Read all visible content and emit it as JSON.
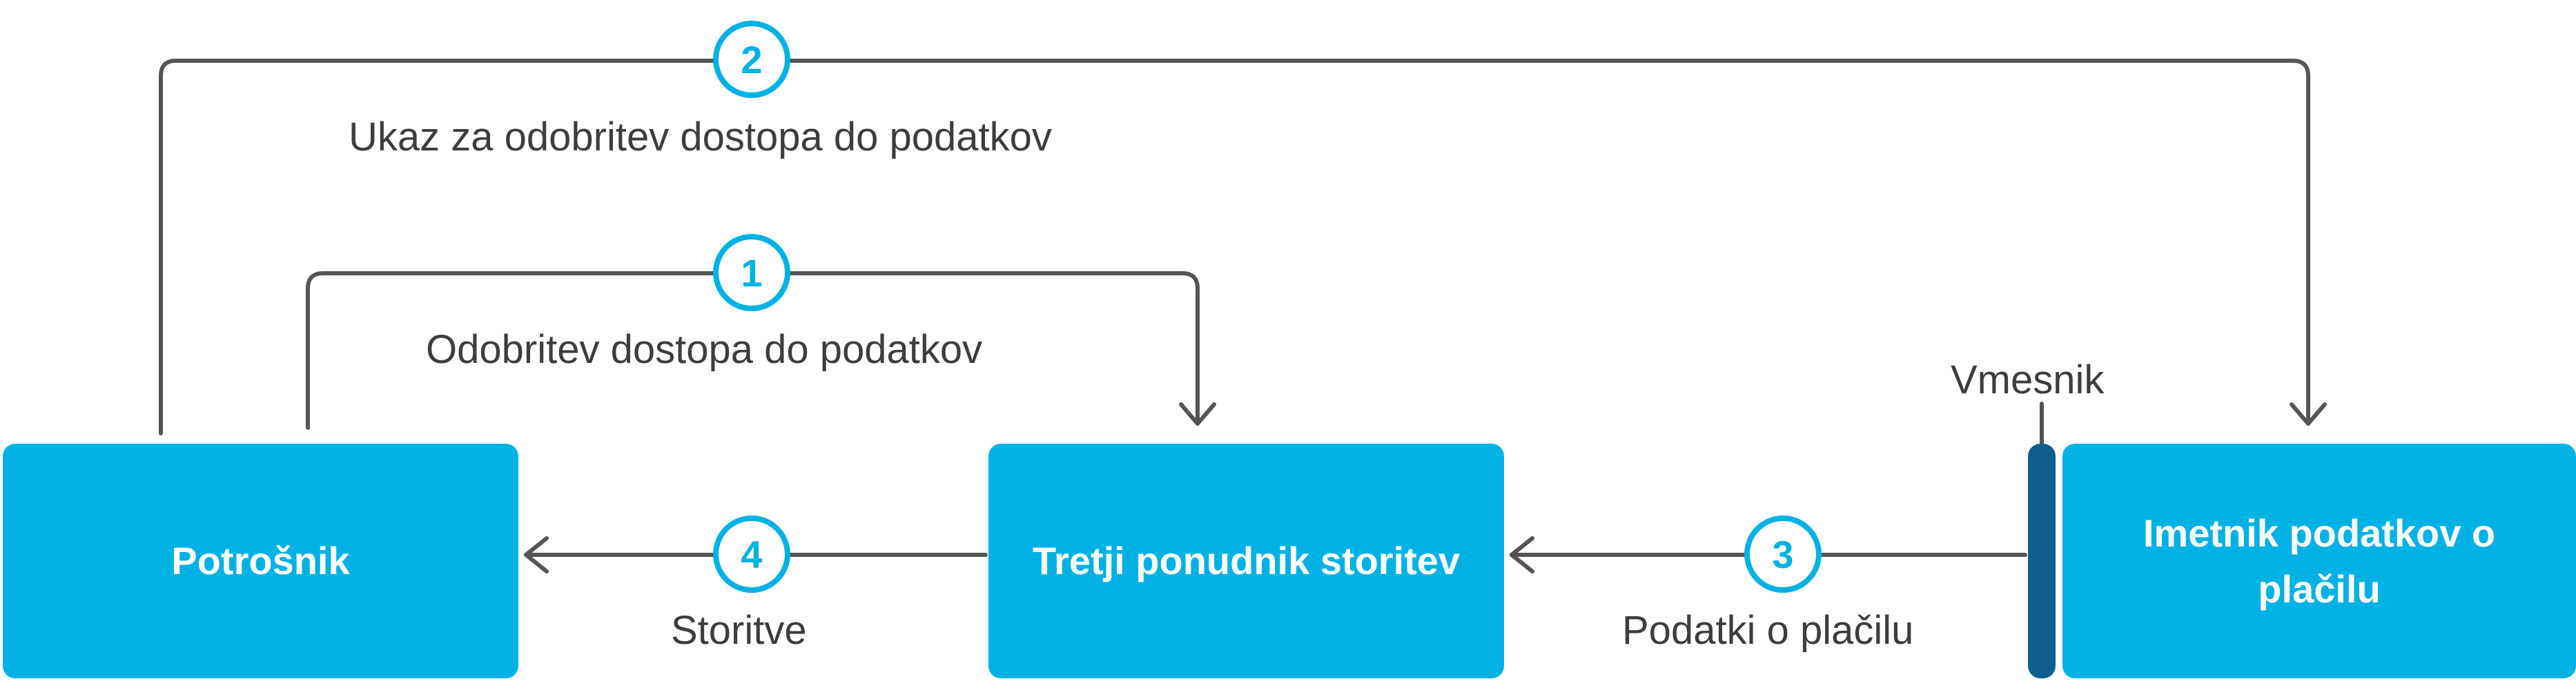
{
  "nodes": {
    "consumer": "Potrošnik",
    "third_party_provider": "Tretji ponudnik storitev",
    "payment_data_holder": "Imetnik podatkov o plačilu"
  },
  "intermediary_label": "Vmesnik",
  "steps": [
    {
      "number": "1",
      "label": "Odobritev dostopa do podatkov"
    },
    {
      "number": "2",
      "label": "Ukaz za odobritev dostopa do podatkov"
    },
    {
      "number": "3",
      "label": "Podatki o plačilu"
    },
    {
      "number": "4",
      "label": "Storitve"
    }
  ],
  "colors": {
    "box_fill": "#00b2e3",
    "box_text": "#ffffff",
    "badge_stroke": "#00b2e3",
    "connector": "#555555",
    "label_text": "#3d3d3d",
    "intermediary_bar": "#0f5e8d"
  }
}
